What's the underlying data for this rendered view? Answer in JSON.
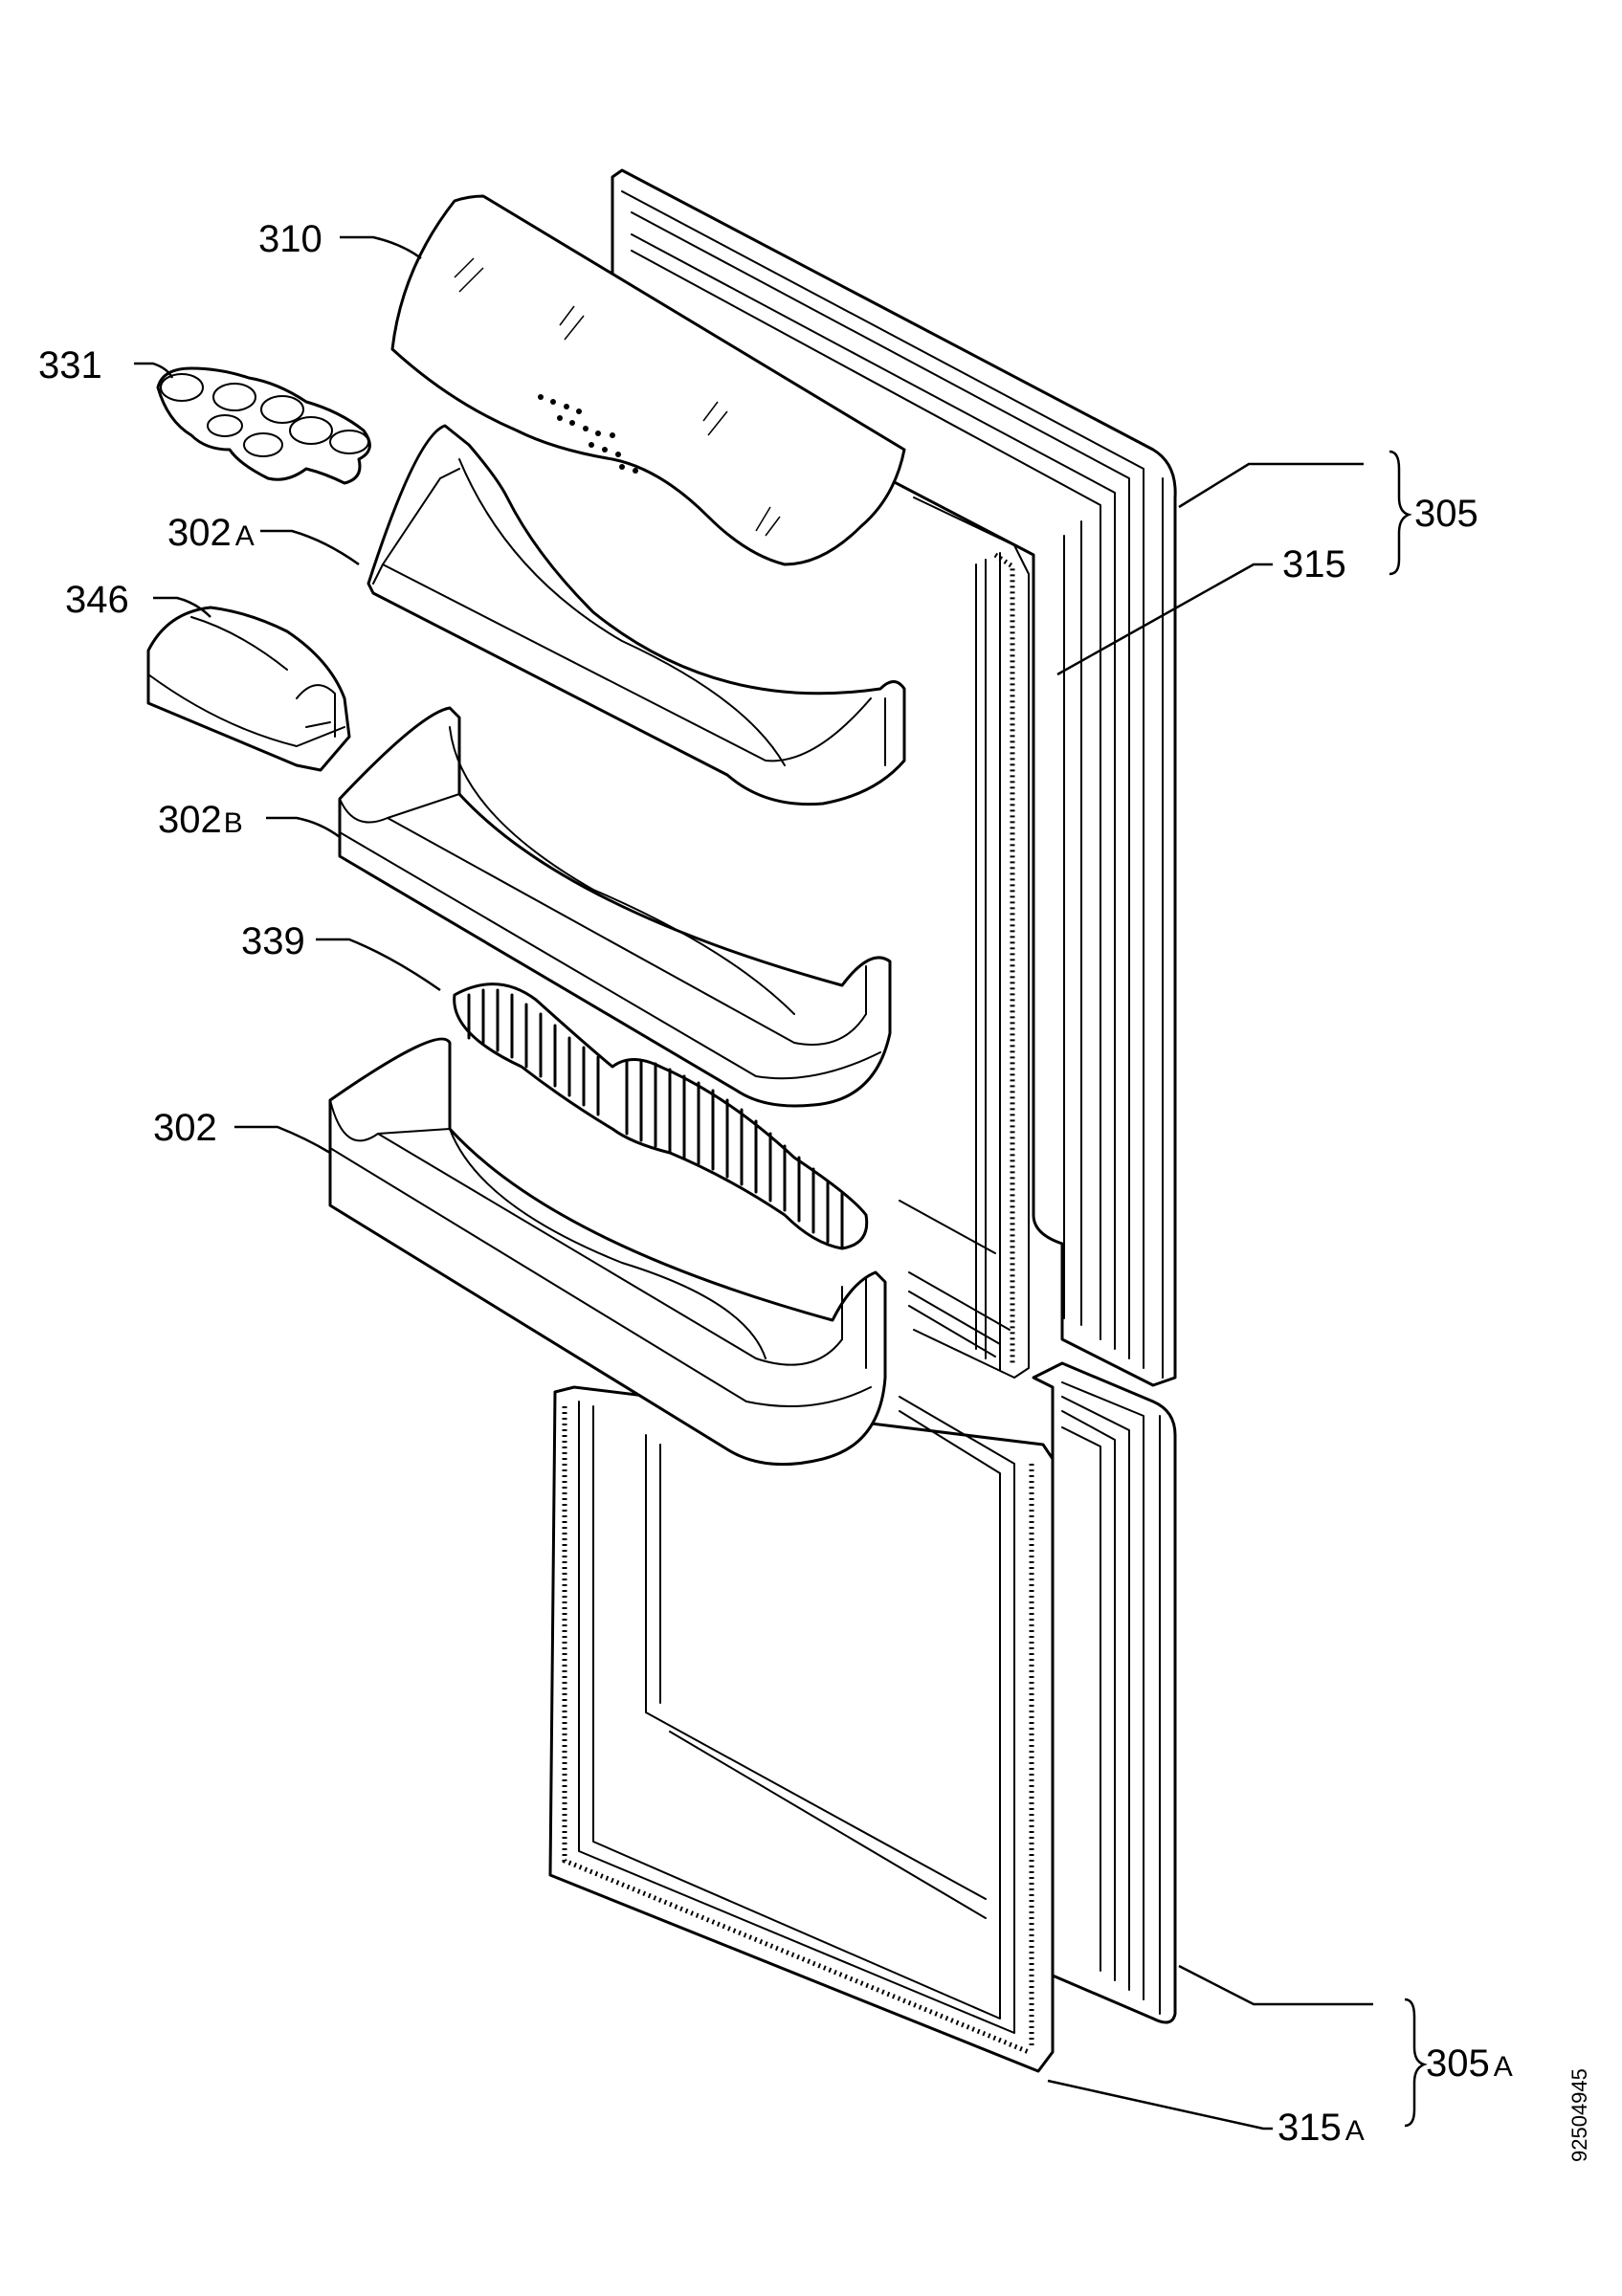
{
  "labels": {
    "p310": "310",
    "p331": "331",
    "p302a_num": "302",
    "p302a_suf": "A",
    "p346": "346",
    "p302b_num": "302",
    "p302b_suf": "B",
    "p339": "339",
    "p302": "302",
    "p305": "305",
    "p315": "315",
    "p305a_num": "305",
    "p305a_suf": "A",
    "p315a_num": "315",
    "p315a_suf": "A"
  },
  "drawing_number": "92504945"
}
